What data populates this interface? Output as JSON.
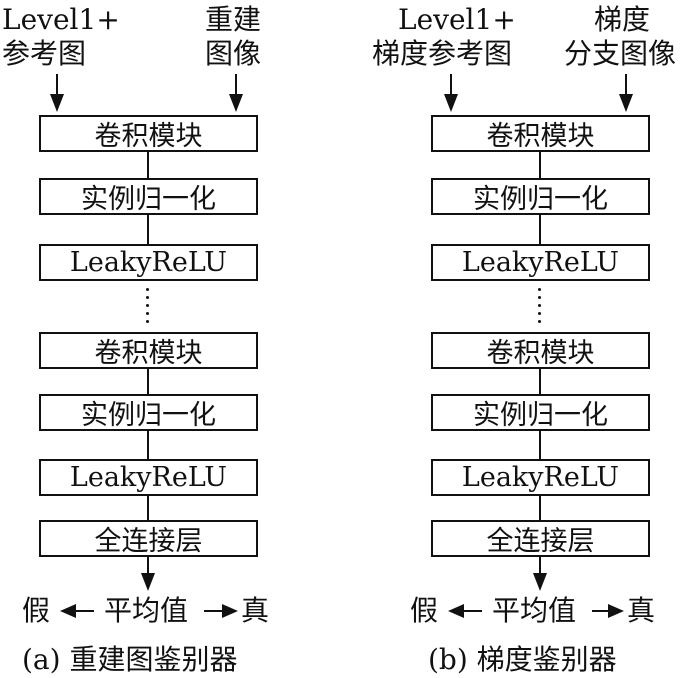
{
  "panels": [
    {
      "input_left": [
        "Level1+",
        "参考图"
      ],
      "input_right": [
        "重建",
        "图像"
      ],
      "blocks": [
        "卷积模块",
        "实例归一化",
        "LeakyReLU",
        "卷积模块",
        "实例归一化",
        "LeakyReLU",
        "全连接层"
      ],
      "output": {
        "fake": "假",
        "center": "平均值",
        "real": "真"
      },
      "caption": "(a) 重建图鉴别器"
    },
    {
      "input_left": [
        "Level1+",
        "梯度参考图"
      ],
      "input_right": [
        "梯度",
        "分支图像"
      ],
      "blocks": [
        "卷积模块",
        "实例归一化",
        "LeakyReLU",
        "卷积模块",
        "实例归一化",
        "LeakyReLU",
        "全连接层"
      ],
      "output": {
        "fake": "假",
        "center": "平均值",
        "real": "真"
      },
      "caption": "(b) 梯度鉴别器"
    }
  ]
}
